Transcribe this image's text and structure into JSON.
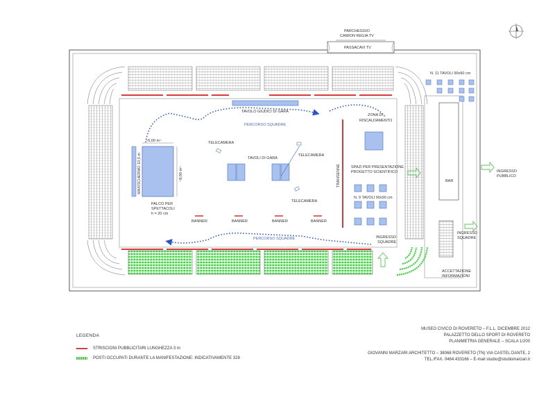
{
  "top_labels": {
    "parcheggio_line1": "PARCHEGGIO",
    "parcheggio_line2": "CAMION REGIA TV",
    "passacavi": "PASSACAVI TV"
  },
  "plan_labels": {
    "tavoli_top_right": "N. 11 TAVOLI 90x90 cm",
    "tavolo_giudici": "TAVOLO GIUDICI DI GARA",
    "percorso_top": "PERCORSO SQUADRE",
    "percorso_bottom": "PERCORSO SQUADRE",
    "zona_risc_1": "ZONA DI",
    "zona_risc_2": "RISCALDAMENTO",
    "maxischermo": "MAXISCHERMO 10,5 m",
    "dim_600": "~6,00 m~",
    "dim_800": "~8,00 m~",
    "palco_1": "PALCO PER",
    "palco_2": "SPETTACOLI",
    "palco_3": "h = 20 cm",
    "telecamera_1": "TELECAMERA",
    "telecamera_2": "TELECAMERA",
    "telecamera_3": "TELECAMERA",
    "tavoli_gara": "TAVOLI DI GARA",
    "transenne": "TRANSENNE",
    "spazi_1": "SPAZI PER PRESENTAZIONE",
    "spazi_2": "PROGETTO SCIENTIFICO",
    "tavoli_9": "N. 9 TAVOLI 90x90 cm",
    "banner_1": "BANNER",
    "banner_2": "BANNER",
    "banner_3": "BANNER",
    "banner_4": "BANNER",
    "ingresso_sq_1": "INGRESSO",
    "ingresso_sq_2": "SQUADRE",
    "ingresso_sq_r1": "INGRESSO",
    "ingresso_sq_r2": "SQUADRE",
    "bar": "BAR",
    "ingresso_pub_1": "INGRESSO",
    "ingresso_pub_2": "PUBBLICO",
    "accettazione_1": "ACCETTAZIONE",
    "accettazione_2": "INFORMAZIONI"
  },
  "legend": {
    "title": "LEGENDA",
    "red_item": "STRISCIONI PUBBLICITARI LUNGHEZZA 3 m",
    "green_item": "POSTI OCCUPATI DURANTE LA MANIFESTAZIONE: INDICATIVAMENTE 328"
  },
  "title_block": {
    "line1": "MUSEO CIVICO DI ROVERETO – F.L.L. DICEMBRE 2012",
    "line2": "PALAZZETTO DELLO SPORT DI ROVERETO",
    "line3": "PLANIMETRIA GENERALE – SCALA 1/200",
    "line4": "GIOVANNI MARZARI ARCHITETTO – 38068 ROVERETO (TN) VIA CASTEL DANTE, 2",
    "line5": "TEL./FAX. 0464.433166 – E-mail studio@studiomarzari.it"
  },
  "colors": {
    "line": "#555555",
    "blue_fill": "#a9c1ee",
    "blue_stroke": "#4a6fbf",
    "path_dots": "#2a52c9",
    "banner_red": "#d83a3a",
    "seats_green": "#3ed23e",
    "arrow_green": "#5bc25b"
  }
}
